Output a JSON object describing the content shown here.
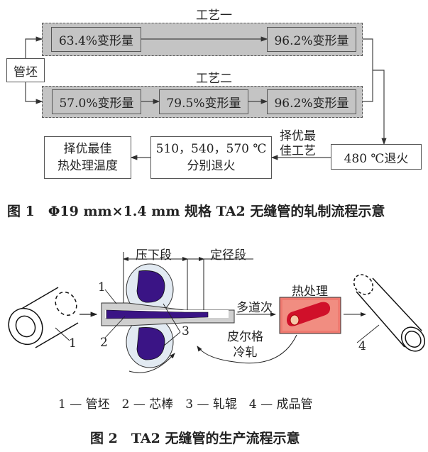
{
  "figure1": {
    "process1_title": "工艺一",
    "process2_title": "工艺二",
    "start_node": "管坯",
    "process1_steps": [
      "63.4%变形量",
      "96.2%变形量"
    ],
    "process2_steps": [
      "57.0%变形量",
      "79.5%变形量",
      "96.2%变形量"
    ],
    "anneal_480": "480 ℃退火",
    "select_label_line1": "择优最",
    "select_label_line2": "佳工艺",
    "anneal_multi_line1": "510，540，570 ℃",
    "anneal_multi_line2": "分别退火",
    "best_temp_line1": "择优最佳",
    "best_temp_line2": "热处理温度",
    "caption": "图 1　Φ19 mm×1.4 mm 规格 TA2 无缝管的轧制流程示意"
  },
  "figure2": {
    "section_reduction": "压下段",
    "section_sizing": "定径段",
    "label_multi_pass": "多道次",
    "label_heat_treatment": "热处理",
    "label_pilger_line1": "皮尔格",
    "label_pilger_line2": "冷轧",
    "callouts": [
      "1",
      "1",
      "2",
      "3",
      "4"
    ],
    "legend": [
      {
        "num": "1",
        "text": "管坯"
      },
      {
        "num": "2",
        "text": "芯棒"
      },
      {
        "num": "3",
        "text": "轧辊"
      },
      {
        "num": "4",
        "text": "成品管"
      }
    ],
    "legend_text": "1 — 管坯　2 — 芯棒　3 — 轧辊　4 — 成品管",
    "caption": "图 2　TA2 无缝管的生产流程示意",
    "colors": {
      "roll_core": "#3a1485",
      "roll_outer": "#e2eaf2",
      "tube_wall": "#cfcfcf",
      "heat_box": "#ef7a70",
      "heat_tube": "#d0102a"
    }
  }
}
